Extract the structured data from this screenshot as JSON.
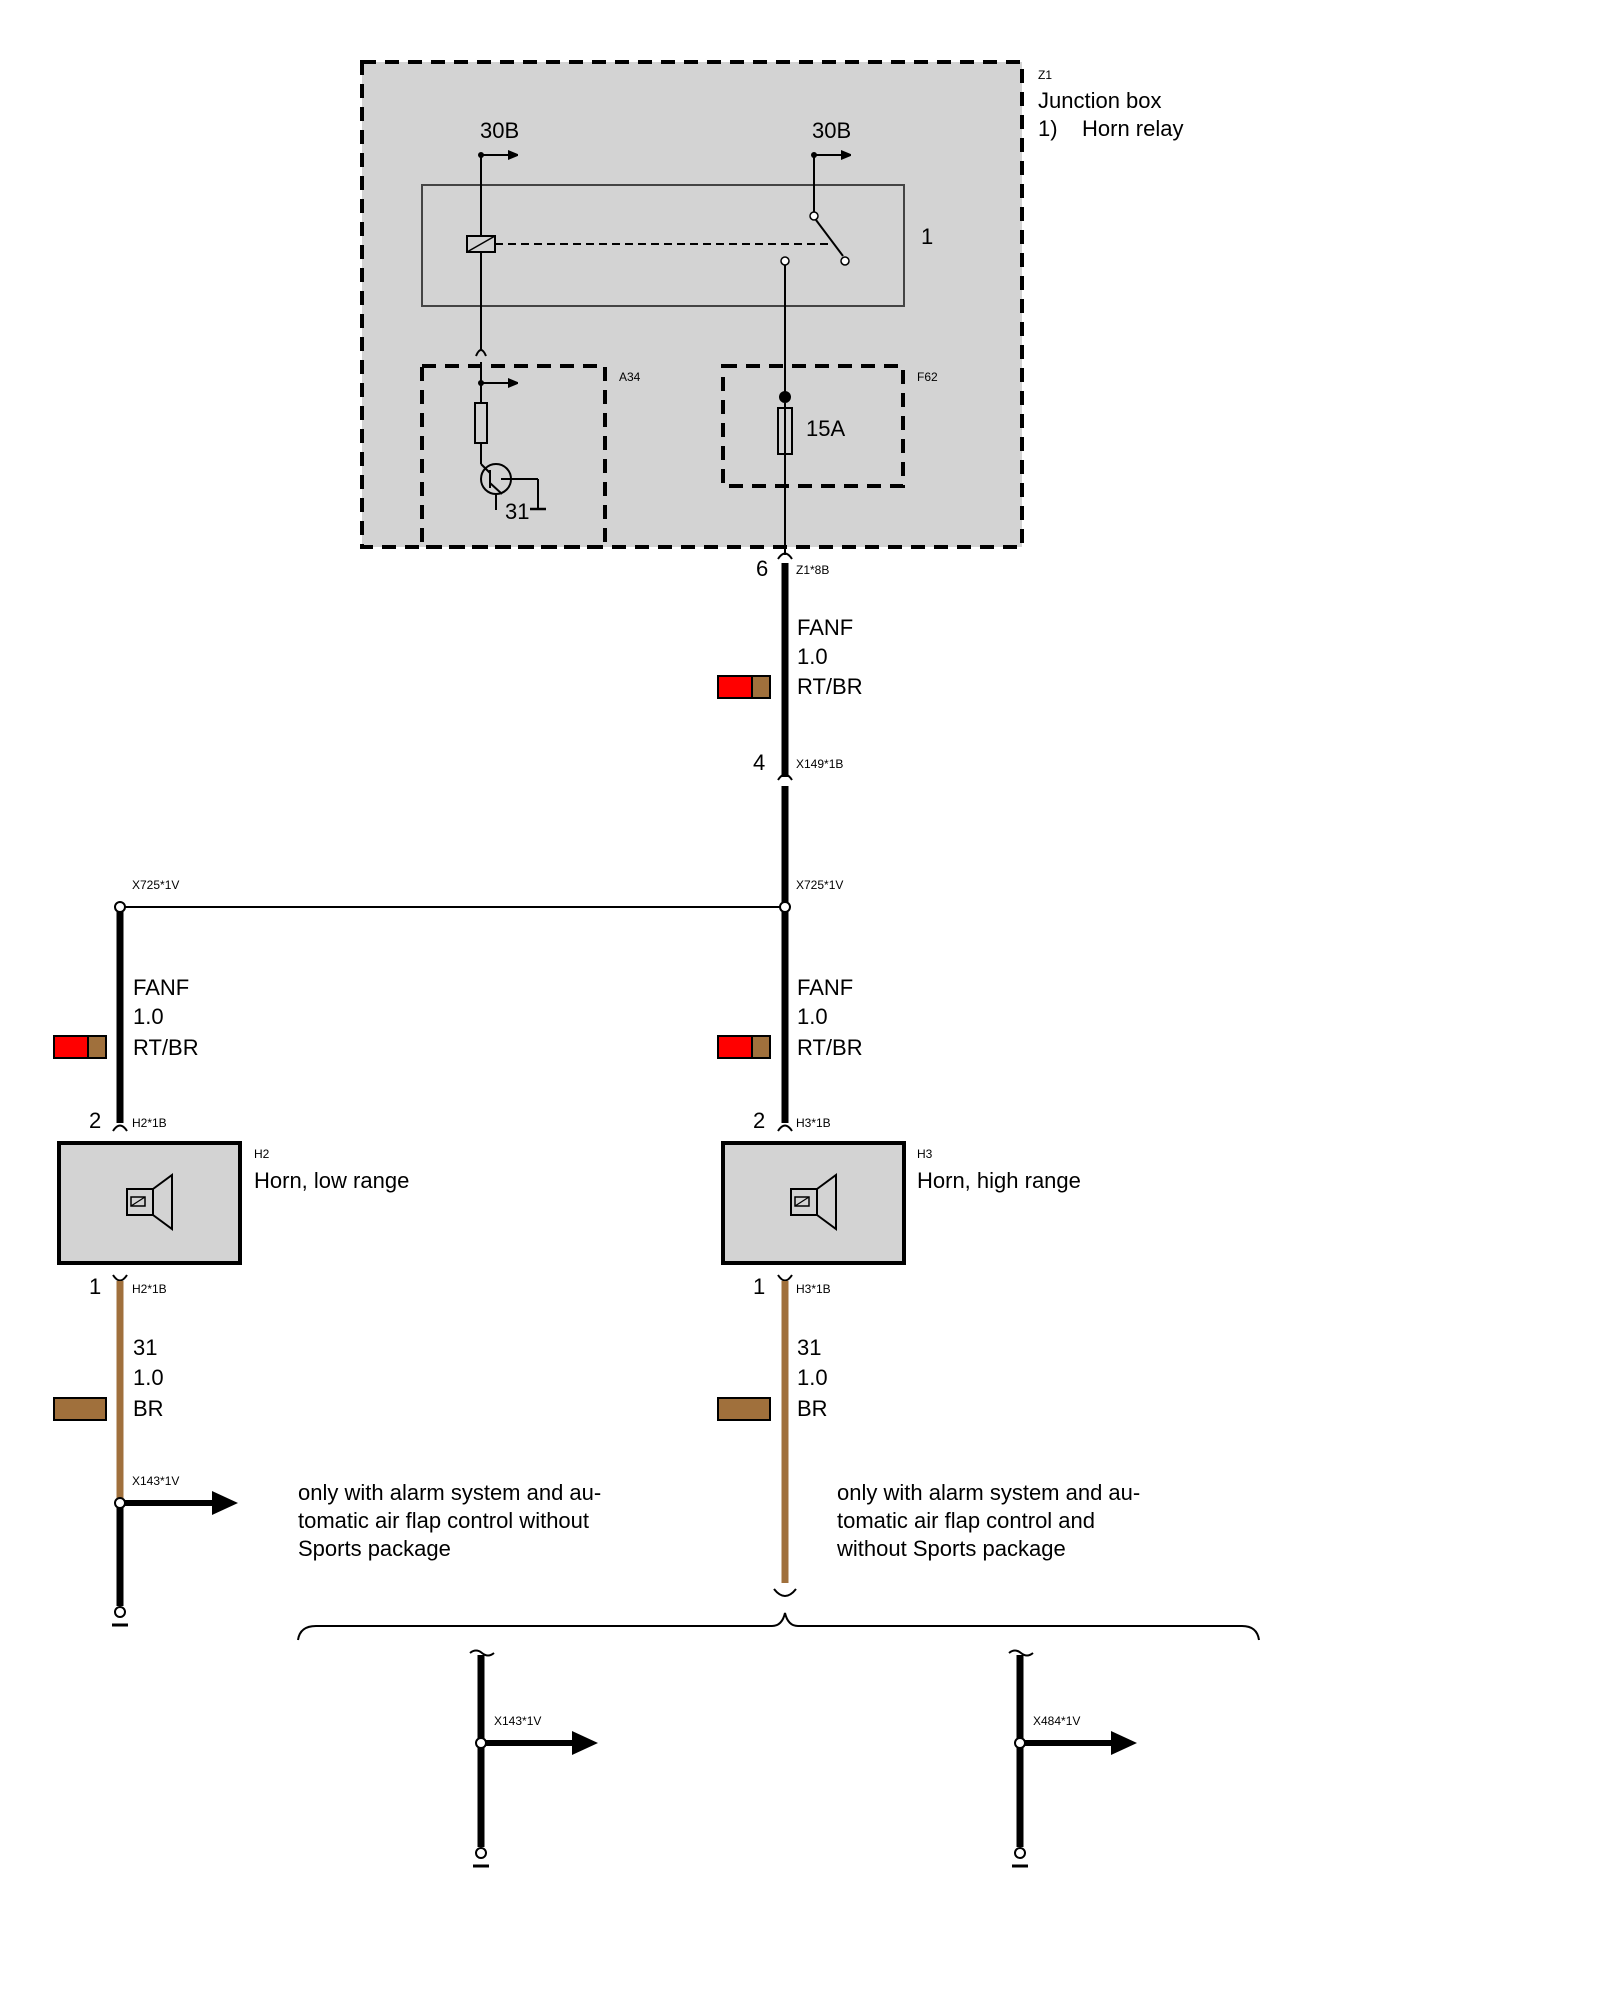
{
  "junction_box": {
    "id": "Z1",
    "title": "Junction box",
    "note_num": "1)",
    "note_text": "Horn relay",
    "relay_ref": "1",
    "feed_left": "30B",
    "feed_right": "30B"
  },
  "a34": {
    "id": "A34",
    "ground": "31"
  },
  "f62": {
    "id": "F62",
    "rating": "15A"
  },
  "conn_z1": {
    "pin": "6",
    "ref": "Z1*8B"
  },
  "wire_top": {
    "name": "FANF",
    "size": "1.0",
    "color": "RT/BR"
  },
  "conn_x149": {
    "pin": "4",
    "ref": "X149*1B"
  },
  "splice_left": "X725*1V",
  "splice_right": "X725*1V",
  "wire_left": {
    "name": "FANF",
    "size": "1.0",
    "color": "RT/BR"
  },
  "wire_right": {
    "name": "FANF",
    "size": "1.0",
    "color": "RT/BR"
  },
  "h2": {
    "id": "H2",
    "name": "Horn, low range",
    "pin_top": "2",
    "ref_top": "H2*1B",
    "pin_bottom": "1",
    "ref_bottom": "H2*1B"
  },
  "h3": {
    "id": "H3",
    "name": "Horn, high range",
    "pin_top": "2",
    "ref_top": "H3*1B",
    "pin_bottom": "1",
    "ref_bottom": "H3*1B"
  },
  "ground_left": {
    "name": "31",
    "size": "1.0",
    "color": "BR"
  },
  "ground_right": {
    "name": "31",
    "size": "1.0",
    "color": "BR"
  },
  "left_branch": {
    "ref": "X143*1V",
    "note_l1": "only with alarm system and au-",
    "note_l2": "tomatic air flap control without",
    "note_l3": "Sports package"
  },
  "right_note": {
    "l1": "only with alarm system and au-",
    "l2": "tomatic air flap control and",
    "l3": "without Sports package"
  },
  "option_a": {
    "ref": "X143*1V"
  },
  "option_b": {
    "ref": "X484*1V"
  },
  "colors": {
    "red": "#ff0000",
    "brown": "#a0703c",
    "box_fill": "#d3d3d3",
    "wire": "#000000"
  }
}
